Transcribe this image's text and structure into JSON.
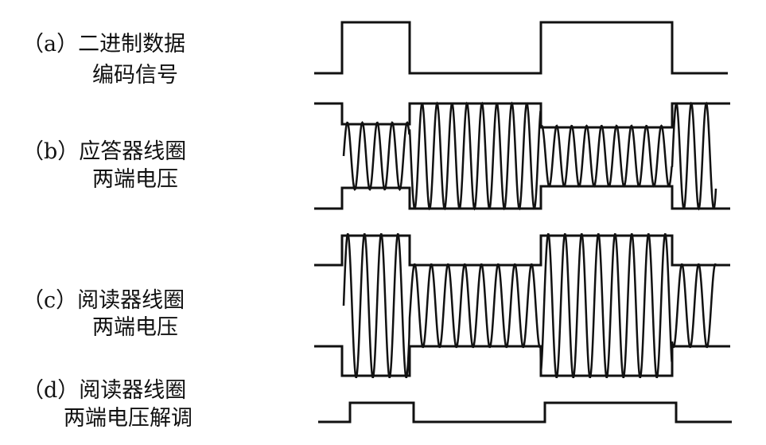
{
  "labels": {
    "a": {
      "line1": "（a）二进制数据",
      "line2": "编码信号"
    },
    "b": {
      "line1": "（b）应答器线圈",
      "line2": "两端电压"
    },
    "c": {
      "line1": "（c）阅读器线圈",
      "line2": "两端电压"
    },
    "d": {
      "line1": "（d）阅读器线圈",
      "line2": "两端电压解调"
    }
  },
  "signals": {
    "binary_data": [
      1,
      0,
      1,
      0
    ],
    "transponder_coil_amplitude": [
      "small",
      "large",
      "small",
      "large"
    ],
    "reader_coil_amplitude": [
      "large",
      "small",
      "large",
      "small"
    ],
    "demodulated": [
      1,
      0,
      1,
      0
    ]
  },
  "colors": {
    "stroke": "#111111",
    "background": "#ffffff"
  }
}
